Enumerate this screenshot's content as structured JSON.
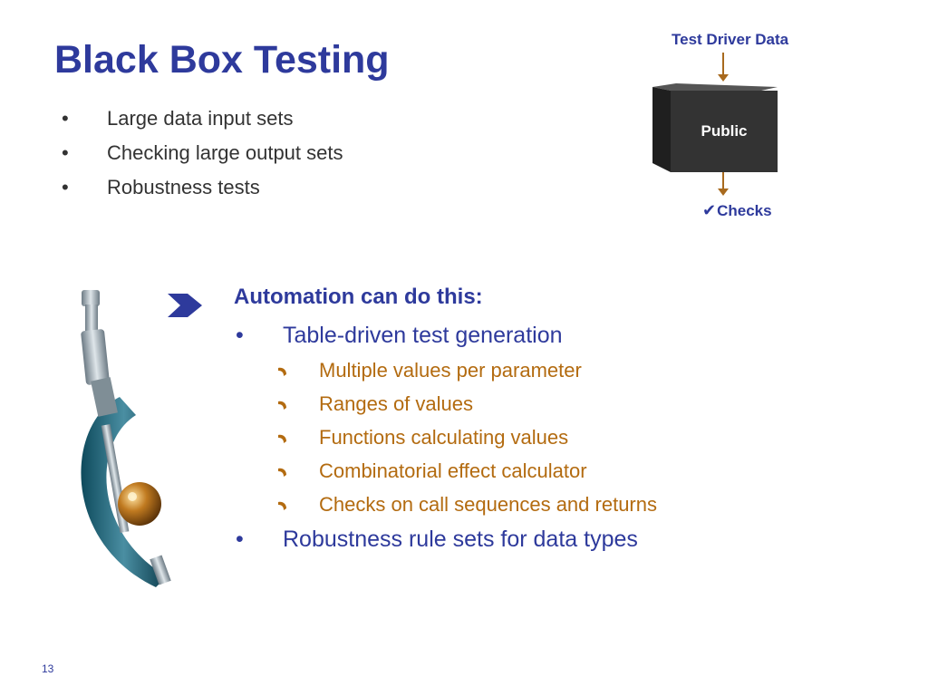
{
  "slide": {
    "title": "Black Box Testing",
    "page_number": "13"
  },
  "bullets": [
    {
      "marker": "•",
      "text": "Large data input sets"
    },
    {
      "marker": "•",
      "text": "Checking large output sets"
    },
    {
      "marker": "•",
      "text": "Robustness tests"
    }
  ],
  "diagram": {
    "top_label": "Test Driver Data",
    "box_label": "Public",
    "check_mark": "✔",
    "bottom_label": "Checks"
  },
  "automation": {
    "heading": "Automation can do this:",
    "items": [
      {
        "marker": "•",
        "text": "Table-driven test generation"
      },
      {
        "marker": "•",
        "text": "Robustness rule sets for data types"
      }
    ],
    "sub_items": [
      "Multiple values per parameter",
      "Ranges of values",
      "Functions calculating values",
      "Combinatorial effect calculator",
      "Checks on call sequences and returns"
    ]
  },
  "colors": {
    "title_blue": "#2e3a9c",
    "sub_orange": "#b36b10",
    "arrow_brown": "#a86a1e",
    "box_dark": "#333333"
  },
  "icons": {
    "chevron": "chevron-right-icon",
    "caliper": "micrometer-caliper-icon",
    "sub_bullet": "curved-bullet-icon"
  }
}
